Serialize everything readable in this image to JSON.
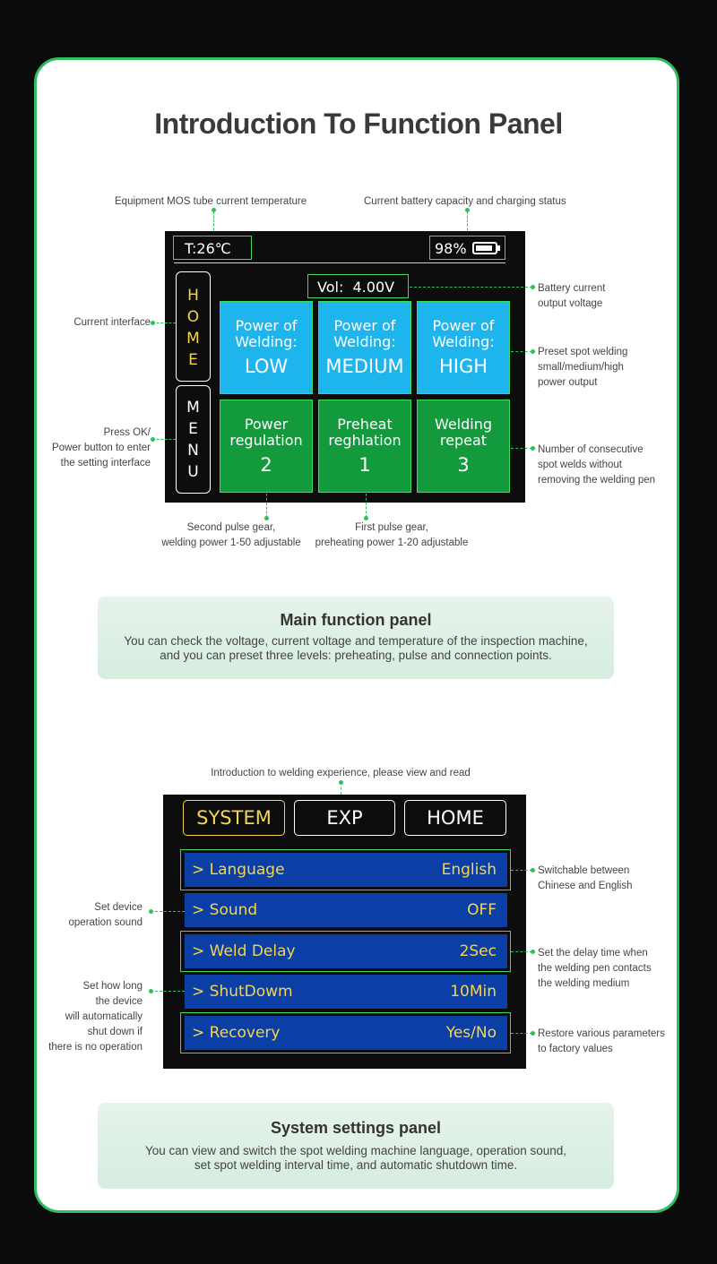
{
  "title": "Introduction To Function Panel",
  "panel1": {
    "temp": "T:26℃",
    "battery_pct": "98%",
    "battery_level": 0.9,
    "voltage": "Vol:  4.00V",
    "home_tab": [
      "H",
      "O",
      "M",
      "E"
    ],
    "menu_tab": [
      "M",
      "E",
      "N",
      "U"
    ],
    "tiles": [
      {
        "line1": "Power of",
        "line2": "Welding:",
        "value": "LOW"
      },
      {
        "line1": "Power of",
        "line2": "Welding:",
        "value": "MEDIUM"
      },
      {
        "line1": "Power of",
        "line2": "Welding:",
        "value": "HIGH"
      },
      {
        "line1": "Power",
        "line2": "regulation",
        "value": "2"
      },
      {
        "line1": "Preheat",
        "line2": "reghlation",
        "value": "1"
      },
      {
        "line1": "Welding",
        "line2": "repeat",
        "value": "3"
      }
    ],
    "annotations": {
      "mos_temp": "Equipment MOS tube current temperature",
      "battery": "Current battery capacity and charging status",
      "battery_voltage": [
        "Battery current",
        "output voltage"
      ],
      "current_interface": "Current interface",
      "preset": [
        "Preset spot welding",
        "small/medium/high",
        "power output"
      ],
      "press_ok": [
        "Press OK/",
        "Power button to enter",
        "the setting interface"
      ],
      "consecutive": [
        "Number of consecutive",
        "spot welds without",
        "removing the welding pen"
      ],
      "second_pulse": [
        "Second pulse gear,",
        "welding power 1-50 adjustable"
      ],
      "first_pulse": [
        "First pulse gear,",
        "preheating power 1-20 adjustable"
      ]
    }
  },
  "info1": {
    "heading": "Main function panel",
    "body": [
      "You can check the voltage, current voltage and temperature of the inspection machine,",
      "and you can preset three levels: preheating, pulse and connection points."
    ]
  },
  "panel2": {
    "tabs": [
      "SYSTEM",
      "EXP",
      "HOME"
    ],
    "rows": [
      {
        "key": "> Language",
        "value": "English"
      },
      {
        "key": "> Sound",
        "value": "OFF"
      },
      {
        "key": "> Weld Delay",
        "value": "2Sec"
      },
      {
        "key": "> ShutDowm",
        "value": "10Min"
      },
      {
        "key": "> Recovery",
        "value": "Yes/No"
      }
    ],
    "annotations": {
      "intro": "Introduction to welding experience, please view and read",
      "switchable": [
        "Switchable between",
        "Chinese and English"
      ],
      "sound": [
        "Set device",
        "operation sound"
      ],
      "delay": [
        "Set the delay time when",
        "the welding pen contacts",
        "the welding medium"
      ],
      "shutdown": [
        "Set how long",
        "the device",
        "will automatically",
        "shut down if",
        "there is no operation"
      ],
      "restore": [
        "Restore various parameters",
        "to factory values"
      ]
    }
  },
  "info2": {
    "heading": "System settings panel",
    "body": [
      "You can view and switch the spot welding machine language, operation sound,",
      "set spot welding interval time, and automatic shutdown time."
    ]
  },
  "colors": {
    "accent": "#2fbf5e",
    "tile_blue": "#1eb4ec",
    "tile_green": "#139a3c",
    "row_blue": "#0b3fa6",
    "row_text": "#f6d54a",
    "system_tab": "#f6d54a"
  }
}
